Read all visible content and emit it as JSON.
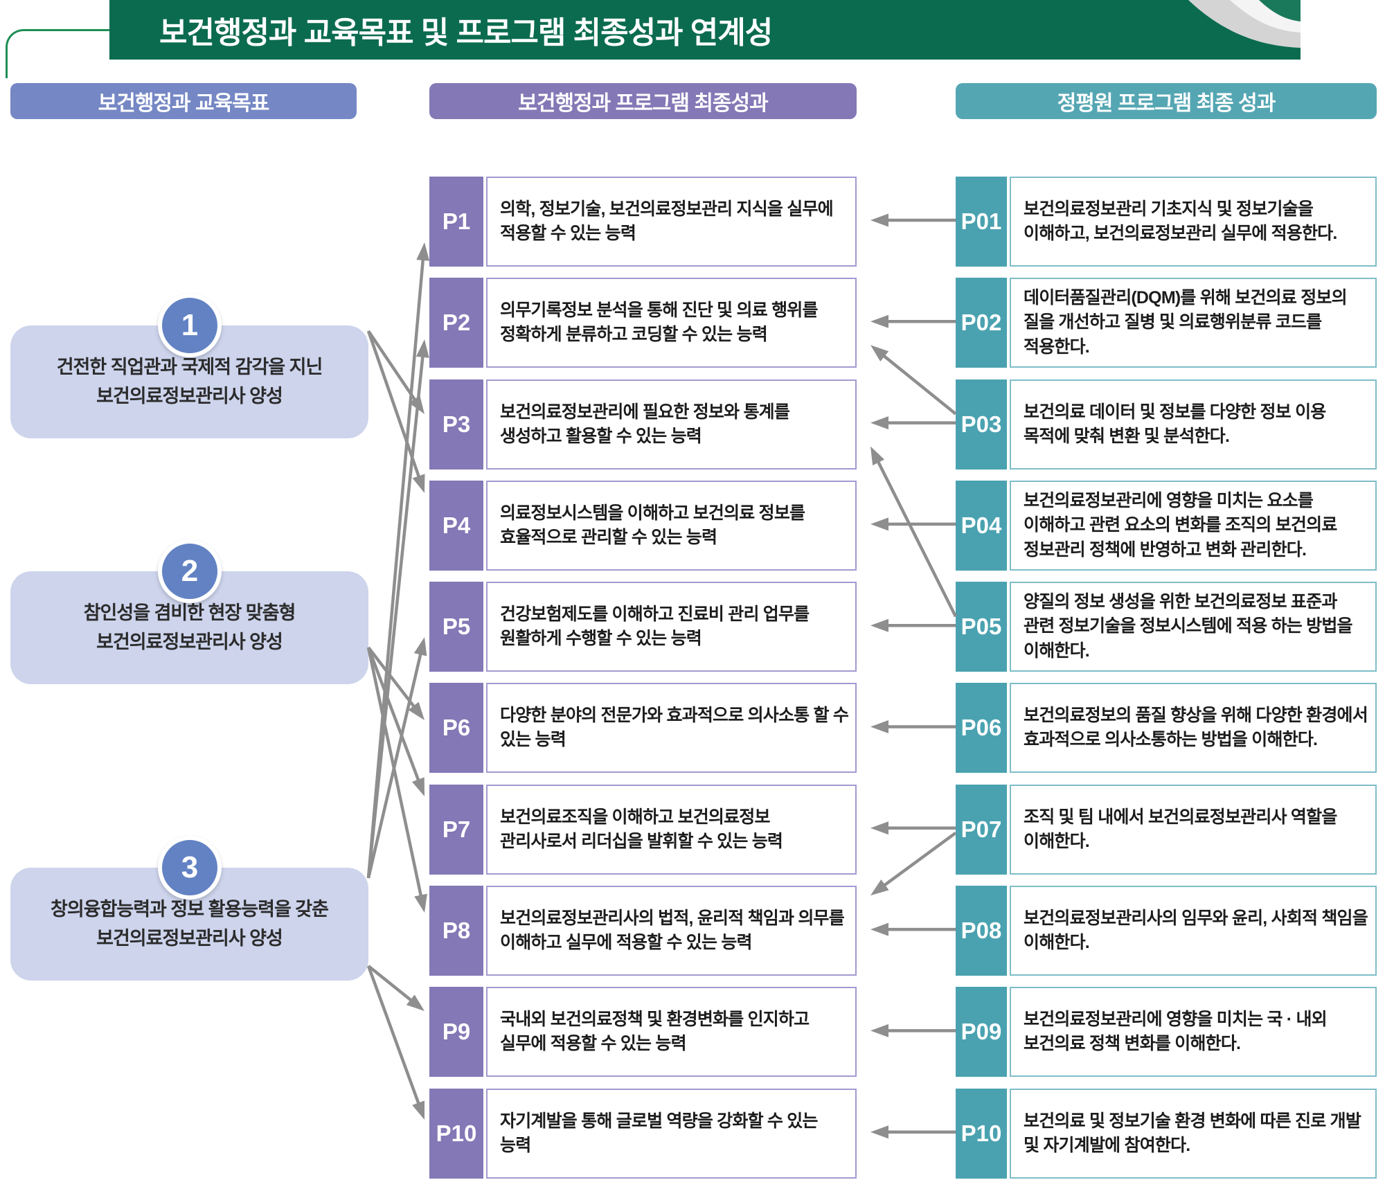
{
  "title": "보건행정과 교육목표 및 프로그램 최종성과 연계성",
  "columns": {
    "goals_header": "보건행정과 교육목표",
    "program_header": "보건행정과 프로그램 최종성과",
    "accreditor_header": "정평원 프로그램 최종 성과"
  },
  "goals": [
    {
      "number": "1",
      "text": "건전한 직업관과 국제적 감각을 지닌\n보건의료정보관리사 양성"
    },
    {
      "number": "2",
      "text": "참인성을 겸비한 현장 맞춤형\n보건의료정보관리사 양성"
    },
    {
      "number": "3",
      "text": "창의융합능력과 정보 활용능력을 갖춘\n보건의료정보관리사 양성"
    }
  ],
  "program_outcomes": [
    {
      "label": "P1",
      "text": "의학, 정보기술, 보건의료정보관리 지식을 실무에 적용할 수 있는 능력"
    },
    {
      "label": "P2",
      "text": "의무기록정보 분석을 통해 진단 및 의료 행위를 정확하게 분류하고 코딩할 수 있는 능력"
    },
    {
      "label": "P3",
      "text": "보건의료정보관리에 필요한 정보와 통계를 생성하고 활용할 수 있는 능력"
    },
    {
      "label": "P4",
      "text": "의료정보시스템을 이해하고 보건의료 정보를 효율적으로 관리할 수 있는 능력"
    },
    {
      "label": "P5",
      "text": "건강보험제도를 이해하고 진료비 관리 업무를 원활하게 수행할 수 있는 능력"
    },
    {
      "label": "P6",
      "text": "다양한 분야의 전문가와 효과적으로 의사소통 할 수 있는 능력"
    },
    {
      "label": "P7",
      "text": "보건의료조직을 이해하고 보건의료정보 관리사로서 리더십을 발휘할 수 있는 능력"
    },
    {
      "label": "P8",
      "text": "보건의료정보관리사의 법적, 윤리적 책임과 의무를 이해하고 실무에 적용할 수 있는 능력"
    },
    {
      "label": "P9",
      "text": "국내외 보건의료정책 및 환경변화를 인지하고 실무에 적용할 수 있는 능력"
    },
    {
      "label": "P10",
      "text": "자기계발을 통해 글로벌 역량을 강화할 수 있는 능력"
    }
  ],
  "accreditor_outcomes": [
    {
      "label": "P01",
      "text": "보건의료정보관리 기초지식 및 정보기술을 이해하고, 보건의료정보관리 실무에 적용한다."
    },
    {
      "label": "P02",
      "text": "데이터품질관리(DQM)를 위해 보건의료 정보의 질을 개선하고 질병 및 의료행위분류 코드를 적용한다."
    },
    {
      "label": "P03",
      "text": "보건의료 데이터 및 정보를 다양한 정보 이용 목적에 맞춰 변환 및 분석한다."
    },
    {
      "label": "P04",
      "text": "보건의료정보관리에 영향을 미치는 요소를 이해하고 관련 요소의 변화를 조직의 보건의료 정보관리 정책에 반영하고 변화 관리한다."
    },
    {
      "label": "P05",
      "text": "양질의 정보 생성을 위한 보건의료정보 표준과 관련 정보기술을 정보시스템에 적용 하는 방법을 이해한다."
    },
    {
      "label": "P06",
      "text": "보건의료정보의 품질 향상을 위해 다양한 환경에서 효과적으로 의사소통하는 방법을 이해한다."
    },
    {
      "label": "P07",
      "text": "조직 및 팀 내에서 보건의료정보관리사 역할을 이해한다."
    },
    {
      "label": "P08",
      "text": "보건의료정보관리사의 임무와 윤리, 사회적 책임을 이해한다."
    },
    {
      "label": "P09",
      "text": "보건의료정보관리에 영향을 미치는 국 · 내외 보건의료 정책 변화를 이해한다."
    },
    {
      "label": "P10",
      "text": "보건의료 및 정보기술 환경 변화에 따른 진로 개발 및 자기계발에 참여한다."
    }
  ],
  "connections": {
    "goal_to_program": [
      {
        "from": 0,
        "to": 2
      },
      {
        "from": 0,
        "to": 3
      },
      {
        "from": 1,
        "to": 5
      },
      {
        "from": 1,
        "to": 6
      },
      {
        "from": 1,
        "to": 7
      },
      {
        "from": 2,
        "to": 0
      },
      {
        "from": 2,
        "to": 1
      },
      {
        "from": 2,
        "to": 4
      },
      {
        "from": 2,
        "to": 8
      },
      {
        "from": 2,
        "to": 9
      }
    ],
    "accreditor_to_program": [
      {
        "from": 0,
        "to": 0
      },
      {
        "from": 1,
        "to": 1
      },
      {
        "from": 2,
        "to": 1
      },
      {
        "from": 2,
        "to": 2
      },
      {
        "from": 3,
        "to": 3
      },
      {
        "from": 4,
        "to": 2
      },
      {
        "from": 4,
        "to": 4
      },
      {
        "from": 5,
        "to": 5
      },
      {
        "from": 6,
        "to": 6
      },
      {
        "from": 6,
        "to": 7
      },
      {
        "from": 7,
        "to": 7
      },
      {
        "from": 8,
        "to": 8
      },
      {
        "from": 9,
        "to": 9
      }
    ]
  },
  "colors": {
    "header_green": "#0b6b4f",
    "frame_green": "#1e8e55",
    "goals_blue": "#7587c4",
    "goal_card_fill": "#cdd4ec",
    "goal_badge_blue": "#6282c3",
    "program_purple": "#8478b6",
    "accreditor_teal": "#4aa2b0",
    "arrow_gray": "#8e8e8e"
  }
}
